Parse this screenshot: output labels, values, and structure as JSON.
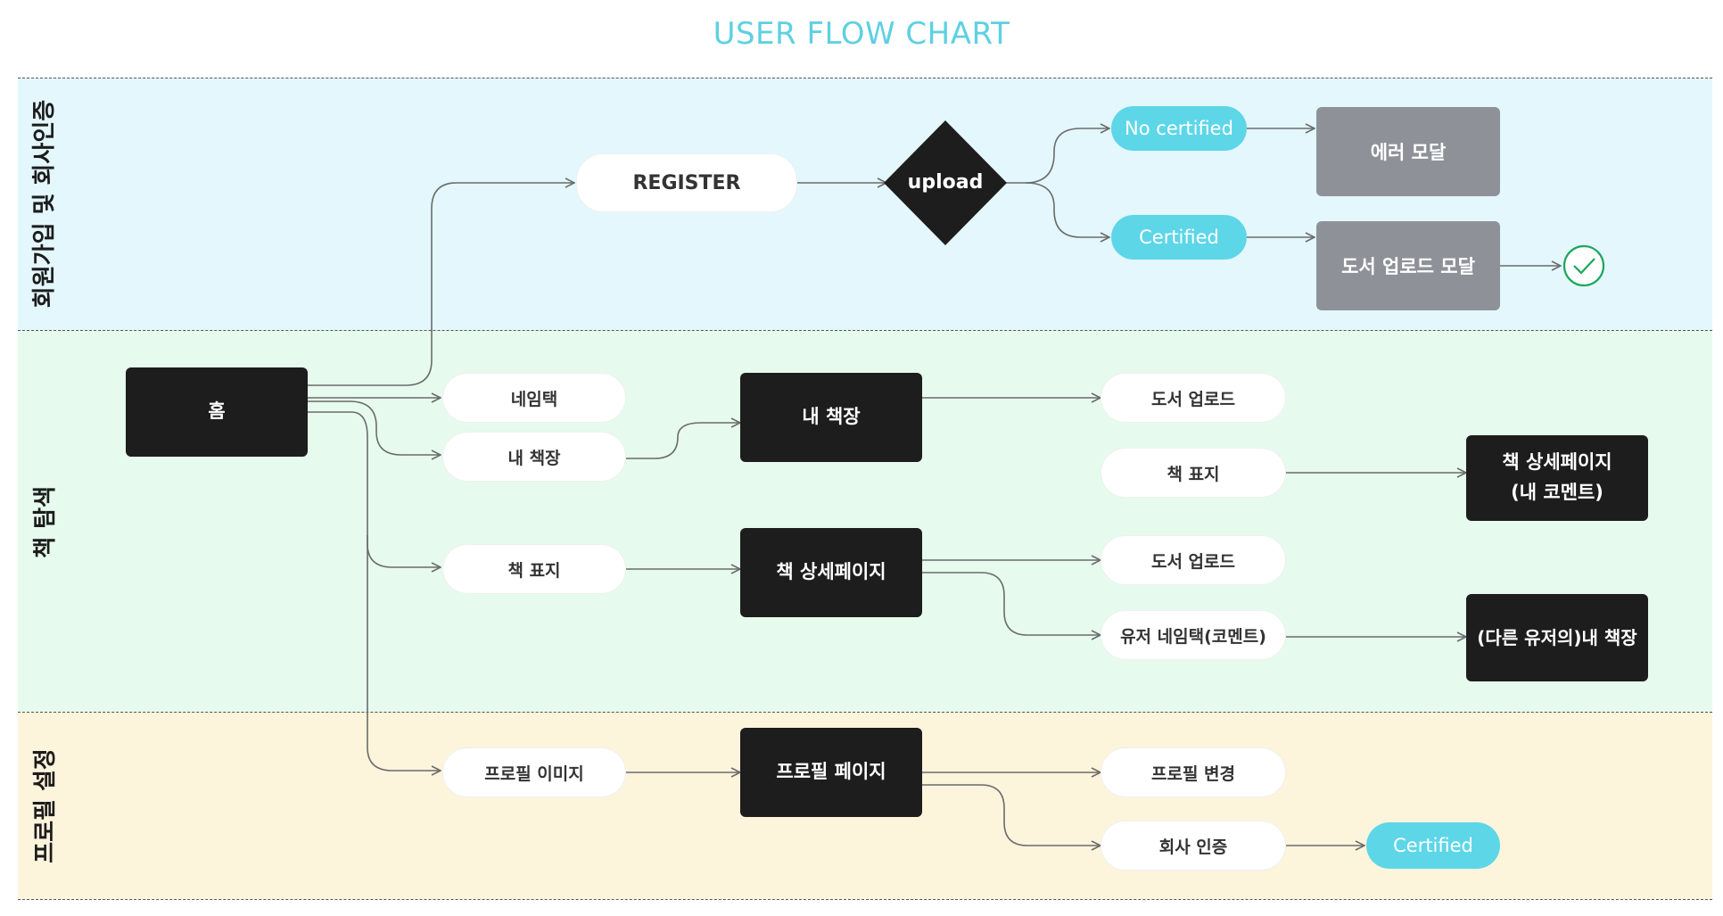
{
  "title": "USER FLOW CHART",
  "colors": {
    "lane_auth": "#e3f7fd",
    "lane_browse": "#e6fbee",
    "lane_profile": "#fdf4dc",
    "accent_cyan": "#5dd6e8",
    "node_dark": "#1d1d1d",
    "node_grey": "#8e9298",
    "check": "#1aa75a",
    "edge": "#6b6b6b"
  },
  "lanes": {
    "auth": "회원가입 및 회사인증",
    "browse": "책 탐색",
    "profile": "프로필 설정"
  },
  "nodes": {
    "home": "홈",
    "register": "REGISTER",
    "upload": "upload",
    "no_certified": "No certified",
    "certified_auth": "Certified",
    "error_modal": "에러 모달",
    "book_upload_modal": "도서 업로드 모달",
    "nametag": "네임택",
    "my_shelf_pill": "내 책장",
    "book_cover_pill": "책 표지",
    "profile_image": "프로필 이미지",
    "my_shelf": "내 책장",
    "book_detail": "책 상세페이지",
    "profile_page": "프로필 페이지",
    "book_upload_1": "도서 업로드",
    "book_cover_2": "책 표지",
    "book_upload_2": "도서 업로드",
    "user_nametag": "유저 네임택(코멘트)",
    "profile_change": "프로필 변경",
    "company_cert": "회사 인증",
    "certified_profile": "Certified",
    "book_detail_mine_1": "책 상세페이지",
    "book_detail_mine_2": "(내 코멘트)",
    "other_shelf": "(다른 유저의)내 책장"
  },
  "icons": {
    "check": "check-circle-icon",
    "diamond": "decision-diamond"
  },
  "edges": [
    [
      "home",
      "register"
    ],
    [
      "home",
      "nametag"
    ],
    [
      "home",
      "my_shelf_pill"
    ],
    [
      "home",
      "book_cover_pill"
    ],
    [
      "home",
      "profile_image"
    ],
    [
      "register",
      "upload"
    ],
    [
      "upload",
      "no_certified"
    ],
    [
      "upload",
      "certified_auth"
    ],
    [
      "no_certified",
      "error_modal"
    ],
    [
      "certified_auth",
      "book_upload_modal"
    ],
    [
      "book_upload_modal",
      "check"
    ],
    [
      "my_shelf_pill",
      "my_shelf"
    ],
    [
      "book_cover_pill",
      "book_detail"
    ],
    [
      "profile_image",
      "profile_page"
    ],
    [
      "my_shelf",
      "book_upload_1"
    ],
    [
      "book_cover_2",
      "book_detail_mine"
    ],
    [
      "book_detail",
      "book_upload_2"
    ],
    [
      "book_detail",
      "user_nametag"
    ],
    [
      "user_nametag",
      "other_shelf"
    ],
    [
      "profile_page",
      "profile_change"
    ],
    [
      "profile_page",
      "company_cert"
    ],
    [
      "company_cert",
      "certified_profile"
    ]
  ]
}
